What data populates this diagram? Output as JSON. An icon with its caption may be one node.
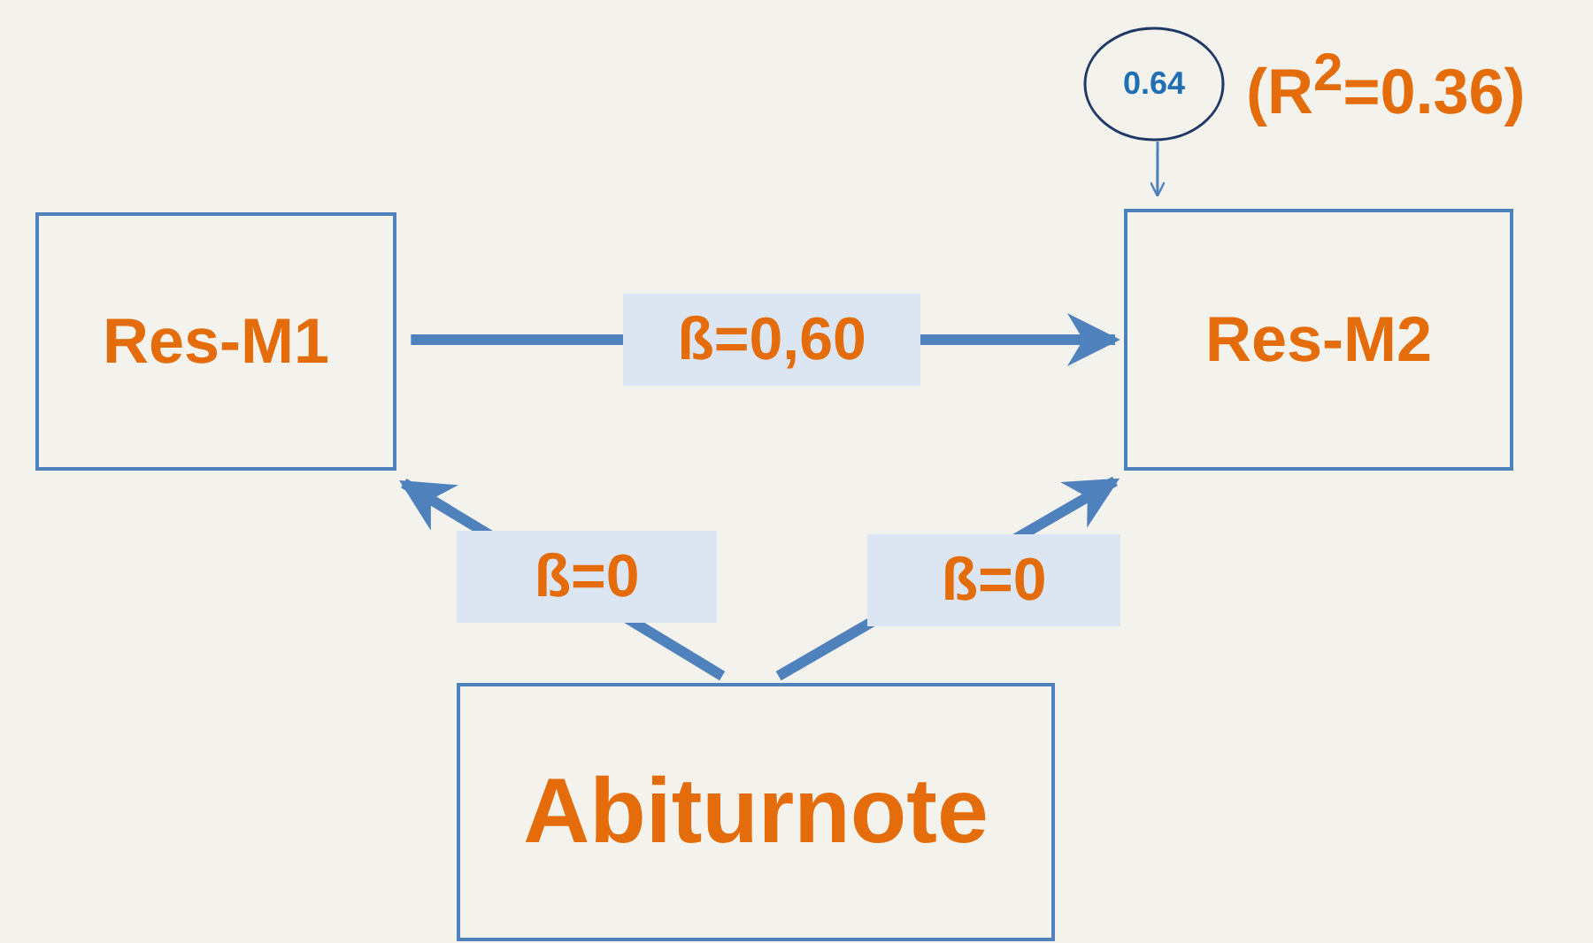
{
  "diagram": {
    "nodes": [
      {
        "text": [
          "Res-M1"
        ]
      },
      {
        "text": [
          "Res-M2"
        ]
      },
      {
        "text": [
          "Abiturnote"
        ]
      },
      {
        "text": [
          "0.64"
        ],
        "beside": [
          "(R$^{2}$=0.36)"
        ]
      }
    ],
    "edges": [
      {
        "from": 0,
        "to": 1,
        "arrow": "to",
        "label": "ß=0,60"
      },
      {
        "from": 2,
        "to": 0,
        "arrow": "to",
        "label": "ß=0"
      },
      {
        "from": 2,
        "to": 1,
        "arrow": "to",
        "label": "ß=0"
      },
      {
        "from": 3,
        "to": 1,
        "arrow": "to"
      }
    ]
  }
}
